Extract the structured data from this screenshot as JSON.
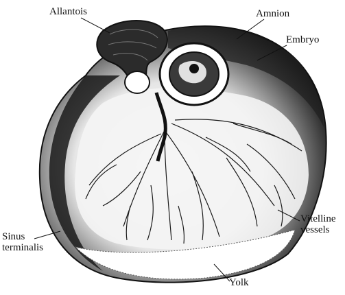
{
  "labels": {
    "allantois": "Allantois",
    "amnion": "Amnion",
    "embryo": "Embryo",
    "vitelline_line1": "Vitelline",
    "vitelline_line2": "vessels",
    "sinus_line1": "Sinus",
    "sinus_line2": "terminalis",
    "yolk": "Yolk"
  },
  "colors": {
    "ink": "#111111",
    "shade": "#2a2a2a",
    "paper": "#ffffff"
  }
}
